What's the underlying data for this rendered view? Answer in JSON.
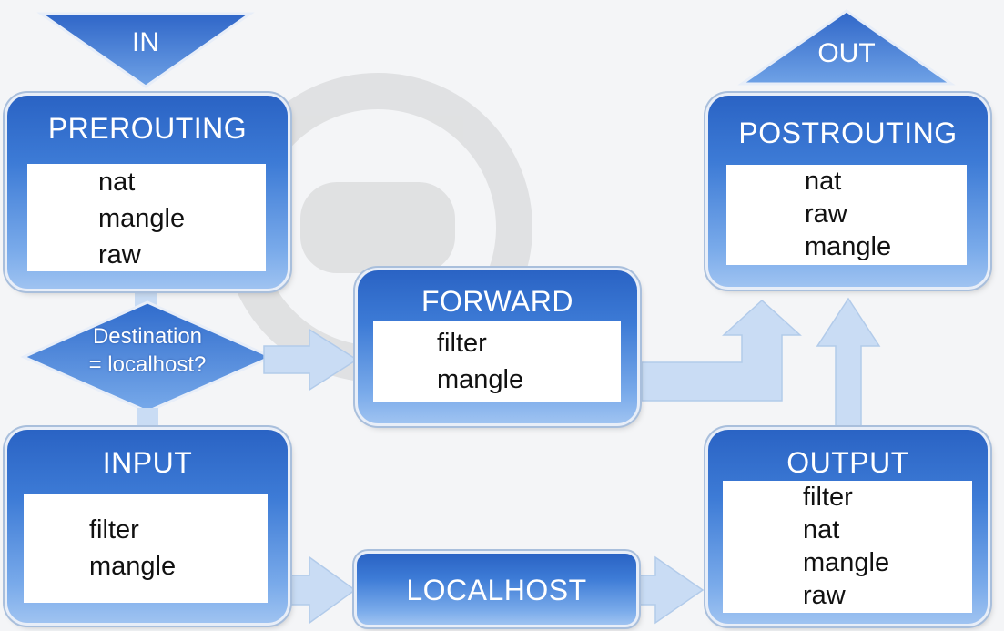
{
  "entry": {
    "label": "IN"
  },
  "exit": {
    "label": "OUT"
  },
  "decision": {
    "line1": "Destination",
    "line2": "= localhost?"
  },
  "chains": {
    "prerouting": {
      "title": "PREROUTING",
      "tables": [
        "nat",
        "mangle",
        "raw"
      ]
    },
    "forward": {
      "title": "FORWARD",
      "tables": [
        "filter",
        "mangle"
      ]
    },
    "postrouting": {
      "title": "POSTROUTING",
      "tables": [
        "nat",
        "raw",
        "mangle"
      ]
    },
    "input": {
      "title": "INPUT",
      "tables": [
        "filter",
        "mangle"
      ]
    },
    "output": {
      "title": "OUTPUT",
      "tables": [
        "filter",
        "nat",
        "mangle",
        "raw"
      ]
    },
    "localhost": {
      "title": "LOCALHOST"
    }
  },
  "colors": {
    "box_top": "#2a63c4",
    "box_bottom": "#9fc3f1",
    "arrow": "#c9dcf4",
    "triangle": "#4a86de"
  }
}
